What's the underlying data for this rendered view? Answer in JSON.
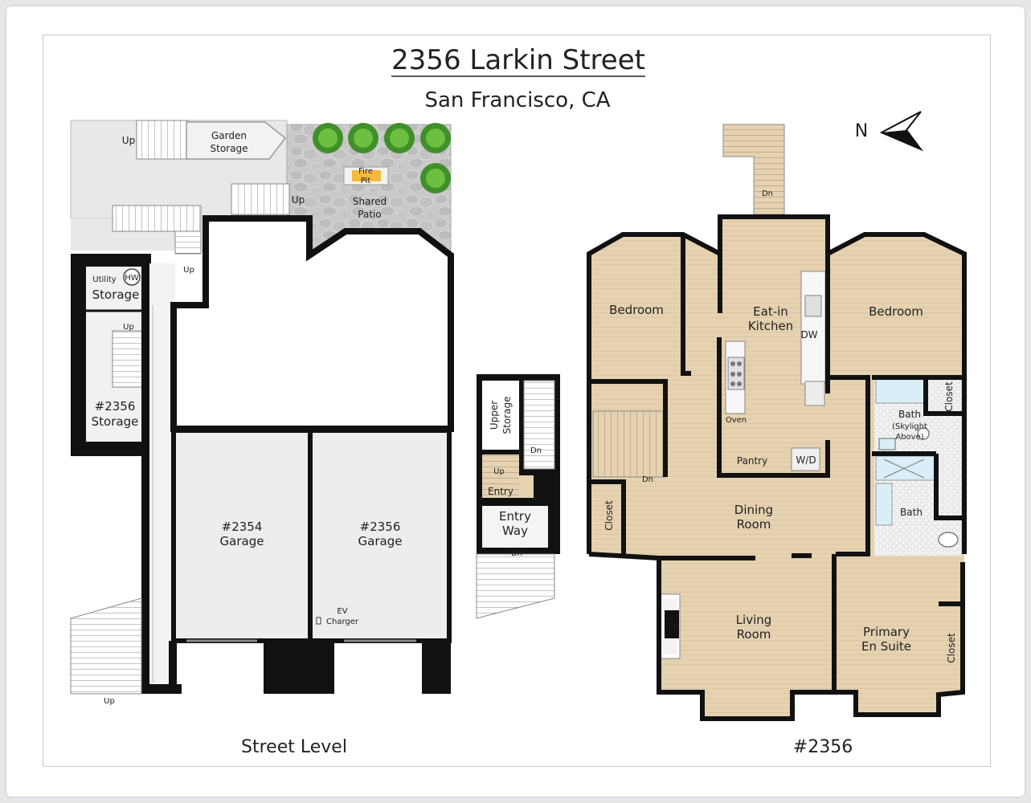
{
  "title": "2356 Larkin Street",
  "subtitle": "San Francisco, CA",
  "north": "N",
  "floor_labels": {
    "street": "Street Level",
    "unit": "#2356"
  },
  "street_level": {
    "garden_storage": [
      "Garden",
      "Storage"
    ],
    "fire_pit": [
      "Fire",
      "Pit"
    ],
    "shared_patio": [
      "Shared",
      "Patio"
    ],
    "utility": "Utility",
    "hw": "HW",
    "utility_storage": "Storage",
    "storage_2356": [
      "#2356",
      "Storage"
    ],
    "garage_2354": [
      "#2354",
      "Garage"
    ],
    "garage_2356": [
      "#2356",
      "Garage"
    ],
    "ev_charger": [
      "EV",
      "Charger"
    ],
    "up": "Up"
  },
  "entry": {
    "upper_storage": [
      "Upper",
      "Storage"
    ],
    "dn": "Dn",
    "up": "Up",
    "entry": "Entry",
    "entry_way": [
      "Entry",
      "Way"
    ]
  },
  "unit": {
    "dn": "Dn",
    "bedroom_left": "Bedroom",
    "kitchen": [
      "Eat-in",
      "Kitchen"
    ],
    "dw": "DW",
    "bedroom_right": "Bedroom",
    "closet": "Closet",
    "bath_top": [
      "Bath",
      "(Skylight",
      "Above)"
    ],
    "oven": "Oven",
    "pantry": "Pantry",
    "wd": "W/D",
    "dining": [
      "Dining",
      "Room"
    ],
    "bath": "Bath",
    "fp": "FP",
    "living": [
      "Living",
      "Room"
    ],
    "primary": [
      "Primary",
      "En Suite"
    ]
  }
}
